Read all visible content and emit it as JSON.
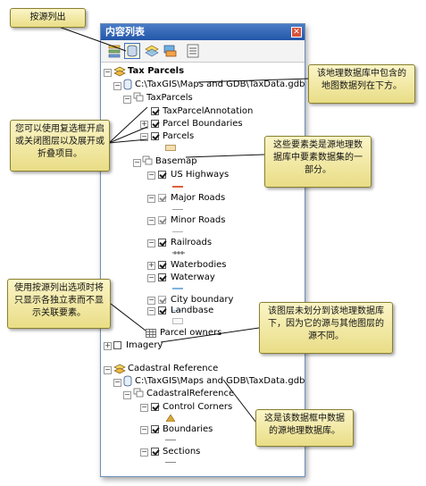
{
  "window": {
    "title": "内容列表",
    "close_glyph": "✕",
    "toolbar": [
      {
        "name": "list-by-drawing-order-icon"
      },
      {
        "name": "list-by-source-icon",
        "active": true
      },
      {
        "name": "list-by-visibility-icon"
      },
      {
        "name": "list-by-selection-icon"
      },
      {
        "name": "options-icon"
      }
    ]
  },
  "tree": {
    "tax_parcels": "Tax Parcels",
    "tax_gdb": "C:\\TaxGIS\\Maps and GDB\\TaxData.gdb",
    "tax_dataset": "TaxParcels",
    "tax_annotation": "TaxParcelAnnotation",
    "parcel_boundaries": "Parcel Boundaries",
    "parcels": "Parcels",
    "basemap": "Basemap",
    "us_highways": "US Highways",
    "major_roads": "Major Roads",
    "minor_roads": "Minor Roads",
    "railroads": "Railroads",
    "waterbodies": "Waterbodies",
    "waterway": "Waterway",
    "city_boundary": "City boundary",
    "landbase": "Landbase",
    "parcel_owners": "Parcel owners",
    "imagery": "Imagery",
    "cadastral": "Cadastral Reference",
    "cad_gdb": "C:\\TaxGIS\\Maps and GDB\\TaxData.gdb",
    "cad_dataset": "CadastralReference",
    "control_corners": "Control Corners",
    "boundaries": "Boundaries",
    "sections": "Sections"
  },
  "callouts": {
    "list_by_source": "按源列出",
    "gdb_note": "该地理数据库中包含的地图数据列在下方。",
    "checkbox_note": "您可以使用复选框开启或关闭图层以及展开或折叠项目。",
    "dataset_note": "这些要素类是源地理数据库中要素数据集的一部分。",
    "table_note": "使用按源列出选项时将只显示各独立表而不显示关联要素。",
    "imagery_note": "该图层未划分到该地理数据库下，因为它的源与其他图层的源不同。",
    "cad_note": "这是该数据框中数据的源地理数据库。"
  },
  "colors": {
    "titlebar": "#2f62b3",
    "callout_bg": "#f3ebaa",
    "us_highways": "#e0603a",
    "major_roads": "#9a9a9a",
    "minor_roads": "#b0b0b0",
    "railroads": "#555555",
    "waterbodies_fill": "#bcd8ef",
    "waterway": "#7fb2df",
    "city_boundary": "#9fc3e6",
    "parcels_fill": "#f5deb0",
    "control_corners": "#d9a83a"
  }
}
